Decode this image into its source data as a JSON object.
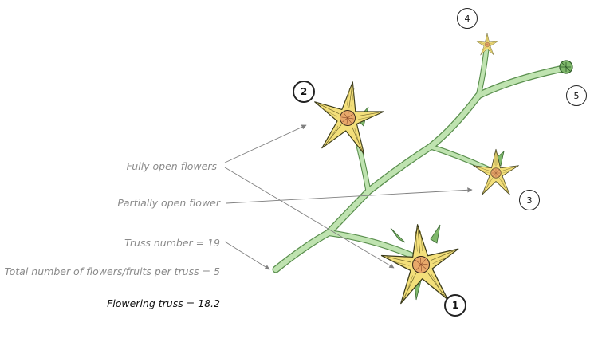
{
  "labels": {
    "fully_open": "Fully open flowers",
    "partially_open": "Partially open flower",
    "truss_number": "Truss number = 19",
    "total_flowers": "Total number of flowers/fruits per truss = 5",
    "flowering_truss": "Flowering truss = 18.2"
  },
  "flowers": [
    {
      "number": "1"
    },
    {
      "number": "2"
    },
    {
      "number": "3"
    },
    {
      "number": "4"
    },
    {
      "number": "5"
    }
  ],
  "colors": {
    "stem": "#bfe3b0",
    "stem_outline": "#5a8f4e",
    "petal": "#f3df7a",
    "petal_outline": "#3a3a1a",
    "center": "#e8a86a",
    "label": "#8a8a8a",
    "arrow": "#808080"
  }
}
